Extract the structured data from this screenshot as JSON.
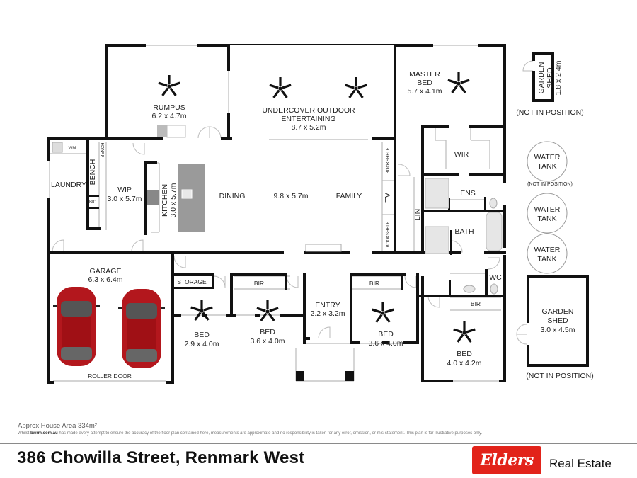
{
  "rooms": {
    "rumpus": {
      "name": "RUMPUS",
      "size": "6.2 x 4.7m"
    },
    "outdoor": {
      "name1": "UNDERCOVER OUTDOOR",
      "name2": "ENTERTAINING",
      "size": "8.7 x 5.2m"
    },
    "master": {
      "name1": "MASTER",
      "name2": "BED",
      "size": "5.7 x 4.1m"
    },
    "wir": {
      "name": "WIR"
    },
    "ens": {
      "name": "ENS"
    },
    "bath": {
      "name": "BATH"
    },
    "lin": {
      "name": "LIN"
    },
    "wc": {
      "name": "WC"
    },
    "laundry": {
      "name": "LAUNDRY",
      "wm": "WM",
      "bench": "BENCH",
      "bic": "BIC"
    },
    "wip": {
      "name": "WIP",
      "size": "3.0 x 5.7m",
      "bench": "BENCH"
    },
    "kitchen": {
      "name": "KITCHEN",
      "size": "3.0 x 5.7m"
    },
    "living": {
      "dining": "DINING",
      "size": "9.8 x 5.7m",
      "family": "FAMILY",
      "tv": "TV",
      "bookshelf": "BOOKSHELF"
    },
    "garage": {
      "name": "GARAGE",
      "size": "6.3 x 6.4m",
      "door": "ROLLER DOOR"
    },
    "storage": {
      "name": "STORAGE"
    },
    "bed2": {
      "name": "BED",
      "size": "2.9 x 4.0m"
    },
    "bed3": {
      "name": "BED",
      "size": "3.6 x 4.0m",
      "bir": "BIR"
    },
    "entry": {
      "name": "ENTRY",
      "size": "2.2 x 3.2m"
    },
    "bed4": {
      "name": "BED",
      "size": "3.6 x 4.0m",
      "bir": "BIR"
    },
    "bed5": {
      "name": "BED",
      "size": "4.0 x 4.2m",
      "bir": "BIR"
    }
  },
  "outbuildings": {
    "small_shed": {
      "name1": "GARDEN",
      "name2": "SHED",
      "size": "1.8 x 2.4m",
      "note": "(NOT IN POSITION)"
    },
    "tank1": {
      "name1": "WATER",
      "name2": "TANK",
      "note": "(NOT IN POSITION)"
    },
    "tank2": {
      "name1": "WATER",
      "name2": "TANK"
    },
    "tank3": {
      "name1": "WATER",
      "name2": "TANK"
    },
    "large_shed": {
      "name1": "GARDEN",
      "name2": "SHED",
      "size": "3.0 x 4.5m",
      "note": "(NOT IN POSITION)"
    }
  },
  "footer": {
    "area": "Approx House Area 334m²",
    "disclaimer_prefix": "Whilst ",
    "disclaimer_site": "bwrm.com.au",
    "disclaimer_rest": " has made every attempt to ensure the accuracy of the floor plan contained here, measurements are approximate and no responsibility is taken for any error, omission, or mis-statement. This plan is for illustrative purposes only.",
    "address": "386 Chowilla Street, Renmark West",
    "logo_text": "Elders",
    "brand_text": "Real Estate"
  },
  "colors": {
    "wall": "#111111",
    "brand_red": "#e2231a",
    "island": "#9a9a9a",
    "car": "#b3171d"
  }
}
